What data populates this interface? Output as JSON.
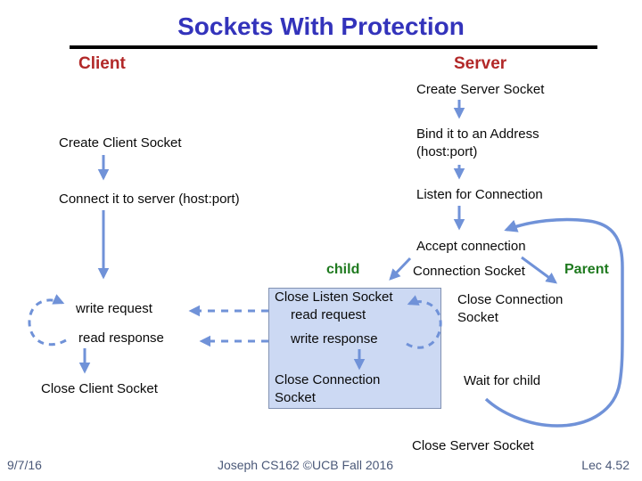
{
  "slide": {
    "title": "Sockets With Protection",
    "columns": {
      "client": "Client",
      "server": "Server"
    },
    "roles": {
      "child": "child",
      "parent": "Parent"
    }
  },
  "client": {
    "create": "Create Client Socket",
    "connect": "Connect it to server (host:port)",
    "write_request": "write request",
    "read_response": "read response",
    "close": "Close Client Socket"
  },
  "server": {
    "create": "Create Server Socket",
    "bind": "Bind it to an Address\n(host:port)",
    "listen": "Listen for Connection",
    "accept": "Accept connection",
    "connection_socket": "Connection Socket",
    "parent_close": "Close Connection\nSocket",
    "wait": "Wait for child",
    "close": "Close Server Socket"
  },
  "child_box": {
    "close_listen": "Close Listen Socket",
    "read_request": "read request",
    "write_response": "write response",
    "close_connection": "Close Connection\nSocket"
  },
  "footer": {
    "date": "9/7/16",
    "center": "Joseph CS162 ©UCB Fall 2016",
    "lecture": "Lec 4.52"
  },
  "colors": {
    "title_blue": "#3333bb",
    "heading_red": "#b22828",
    "role_green": "#1f7a1f",
    "arrow_blue": "#7092d8",
    "box_fill": "#ccd9f3",
    "box_border": "#8191b2",
    "footer_slate": "#4a5878",
    "rule_black": "#000000"
  }
}
